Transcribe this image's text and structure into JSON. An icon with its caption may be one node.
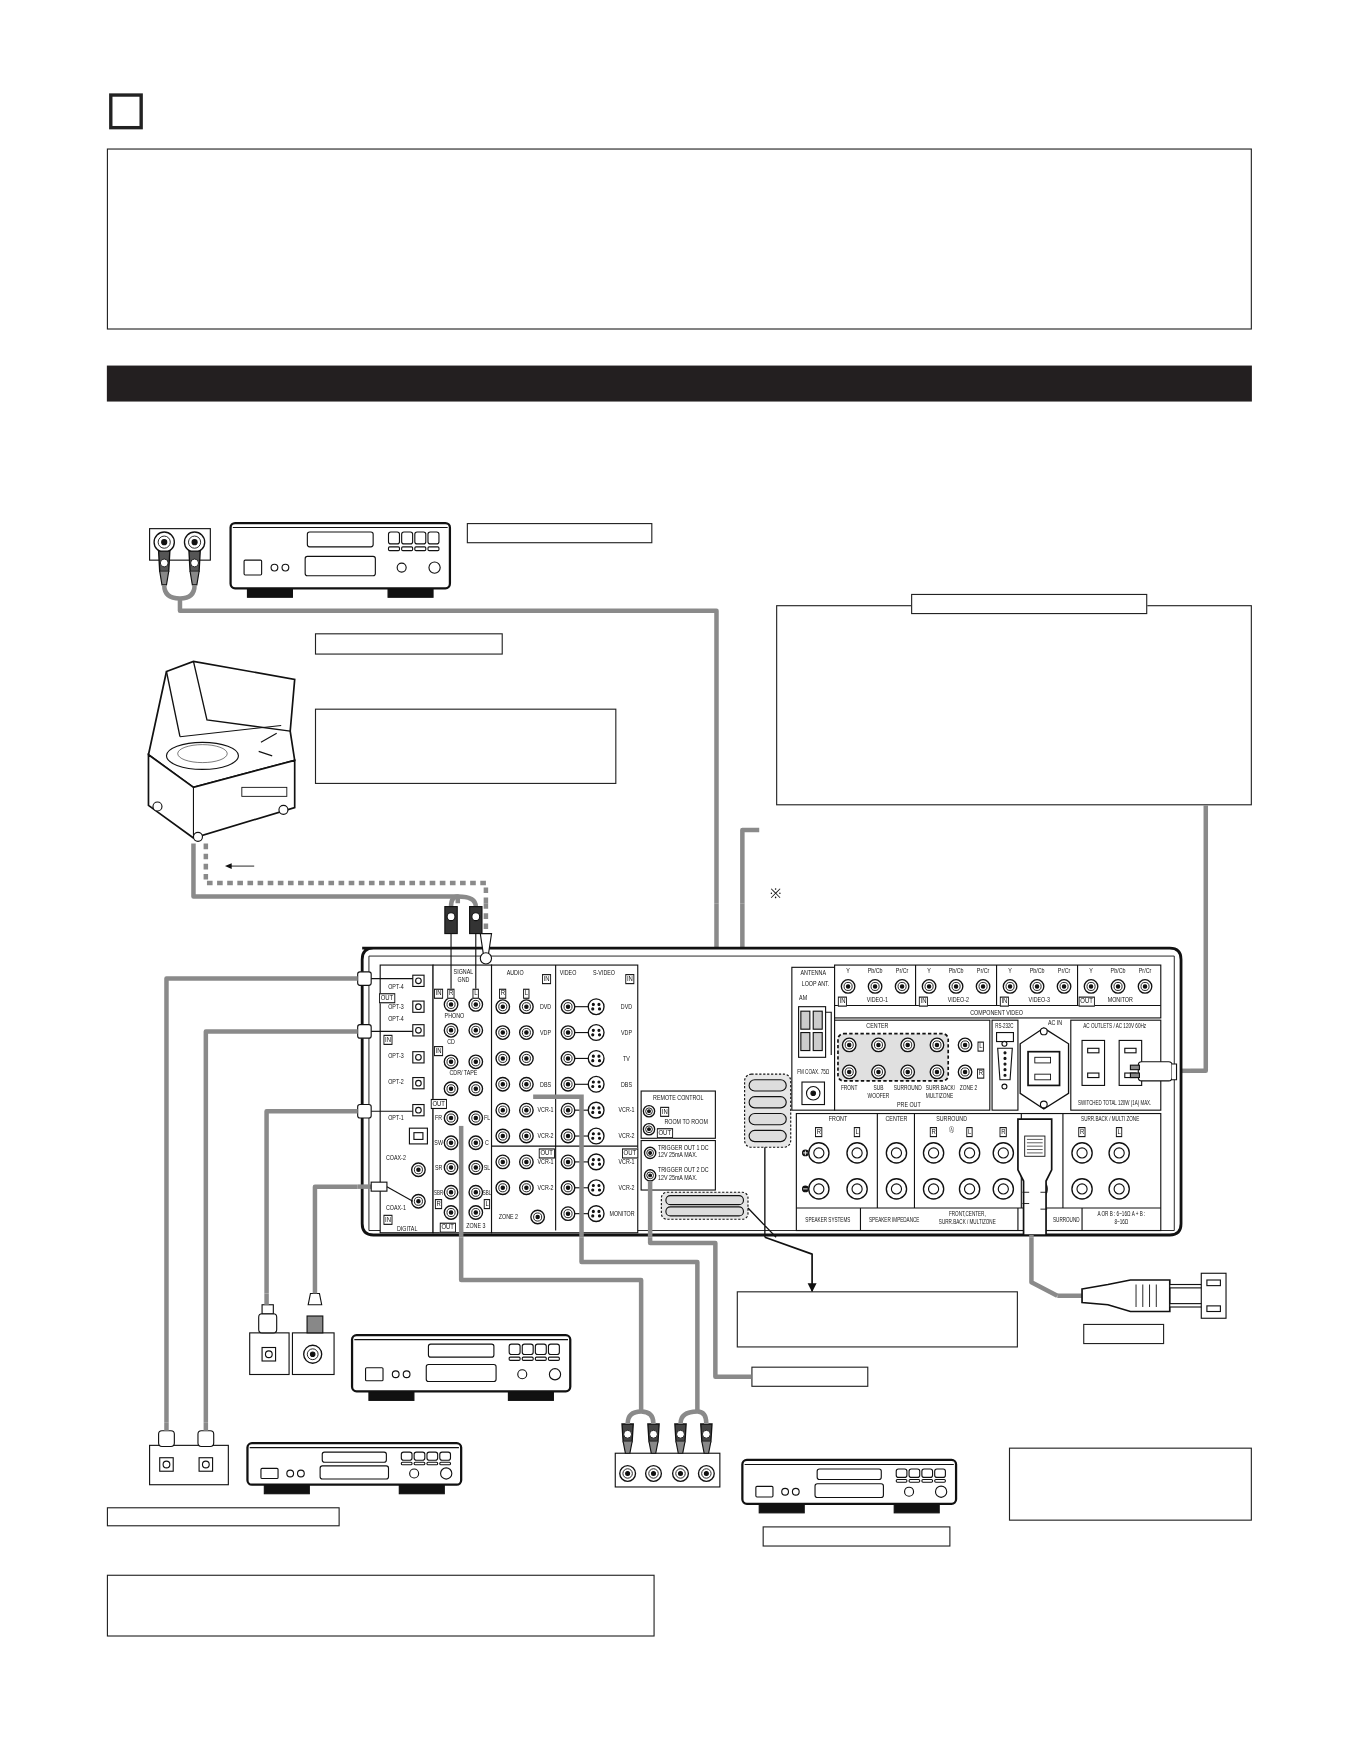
{
  "diagram": {
    "nodes": [
      {
        "text": [],
        "shape": "box"
      },
      {
        "text": [],
        "shape": "box"
      },
      {
        "text": [],
        "shape": "bar"
      },
      {
        "text": [],
        "shape": "picture"
      },
      {
        "text": [],
        "shape": "box"
      },
      {
        "text": [],
        "shape": "picture"
      },
      {
        "text": [],
        "shape": "box"
      },
      {
        "text": [],
        "shape": "box"
      },
      {
        "text": [],
        "shape": "box"
      },
      {
        "text": [],
        "shape": "box"
      },
      {
        "text": [],
        "shape": "picture"
      },
      {
        "text": [],
        "shape": "picture"
      },
      {
        "text": [],
        "shape": "picture"
      },
      {
        "text": [],
        "shape": "box"
      },
      {
        "text": [],
        "shape": "box"
      },
      {
        "text": [],
        "shape": "box"
      },
      {
        "text": [],
        "shape": "picture"
      },
      {
        "text": [],
        "shape": "picture"
      },
      {
        "text": [],
        "shape": "box"
      },
      {
        "text": [],
        "shape": "box"
      },
      {
        "text": [],
        "shape": "box"
      },
      {
        "text": [],
        "shape": "box"
      }
    ],
    "edges": [
      {
        "from": 3,
        "to": 10,
        "arrow": "none"
      },
      {
        "from": 5,
        "to": 10,
        "arrow": "none"
      },
      {
        "from": 5,
        "to": 10,
        "arrow": "none",
        "style": "dashed"
      },
      {
        "from": null,
        "to": 10,
        "arrow": "none"
      },
      {
        "from": 8,
        "to": 10,
        "arrow": "none"
      },
      {
        "from": 16,
        "to": 10,
        "arrow": "none"
      },
      {
        "from": 16,
        "to": 10,
        "arrow": "none"
      },
      {
        "from": 12,
        "to": 10,
        "arrow": "none"
      },
      {
        "from": 12,
        "to": 10,
        "arrow": "none"
      },
      {
        "from": 17,
        "to": 10,
        "arrow": "none"
      },
      {
        "from": 17,
        "to": 10,
        "arrow": "none"
      },
      {
        "from": 10,
        "to": 15,
        "arrow": "none"
      },
      {
        "from": 10,
        "to": 13,
        "arrow": "to",
        "color": "#111111"
      },
      {
        "from": 10,
        "to": 11,
        "arrow": "none"
      }
    ],
    "labels": [
      "OPT-4",
      "OUT",
      "OPT-3",
      "OPT-4",
      "IN",
      "OPT-3",
      "OPT-2",
      "OPT-1",
      "COAX-2",
      "COAX-1",
      "IN",
      "DIGITAL",
      "SIGNAL GND",
      "IN",
      "R",
      "L",
      "PHONO",
      "CD",
      "IN",
      "CDR/ TAPE",
      "OUT",
      "FR",
      "FL",
      "SW",
      "C",
      "SR",
      "SL",
      "SBR",
      "SBL",
      "R",
      "L",
      "OUT",
      "ZONE 3",
      "AUDIO",
      "IN",
      "R",
      "L",
      "DVD",
      "VDP",
      "DBS",
      "VCR-1",
      "VCR-2",
      "OUT",
      "VCR-1",
      "VCR-2",
      "ZONE 2",
      "VIDEO",
      "S-VIDEO",
      "IN",
      "DVD",
      "VDP",
      "TV",
      "DBS",
      "VCR-1",
      "VCR-2",
      "OUT",
      "VCR-1",
      "VCR-2",
      "MONITOR",
      "REMOTE CONTROL",
      "IN",
      "ROOM TO ROOM",
      "OUT",
      "TRIGGER OUT 1 DC 12V 25mA MAX.",
      "TRIGGER OUT 2 DC 12V 25mA MAX.",
      "ANTENNA",
      "LOOP ANT.",
      "AM",
      "FM COAX. 75Ω",
      "Y",
      "Pb/Cb",
      "Pr/Cr",
      "Y",
      "Pb/Cb",
      "Pr/Cr",
      "Y",
      "Pb/Cb",
      "Pr/Cr",
      "Y",
      "Pb/Cb",
      "Pr/Cr",
      "IN",
      "VIDEO-1",
      "IN",
      "VIDEO-2",
      "IN",
      "VIDEO-3",
      "OUT",
      "MONITOR",
      "COMPONENT VIDEO",
      "CENTER",
      "L",
      "R",
      "FRONT",
      "SUB WOOFER",
      "SURROUND",
      "SURR.BACK/ MULTIZONE",
      "ZONE 2",
      "PRE OUT",
      "RS-232C",
      "AC IN",
      "AC OUTLETS / AC 120V 60Hz",
      "SWITCHED TOTAL 120W (1A) MAX.",
      "FRONT",
      "R",
      "L",
      "CENTER",
      "SURROUND",
      "R",
      "Ⓐ",
      "L",
      "R",
      "SURR.BACK / MULTI ZONE",
      "R",
      "L",
      "SPEAKER SYSTEMS",
      "SPEAKER IMPEDANCE",
      "FRONT,CENTER, SURR.BACK / MULTIZONE",
      "SURROUND",
      "A OR B : 6~16Ω A + B : 8~16Ω",
      "※"
    ]
  }
}
